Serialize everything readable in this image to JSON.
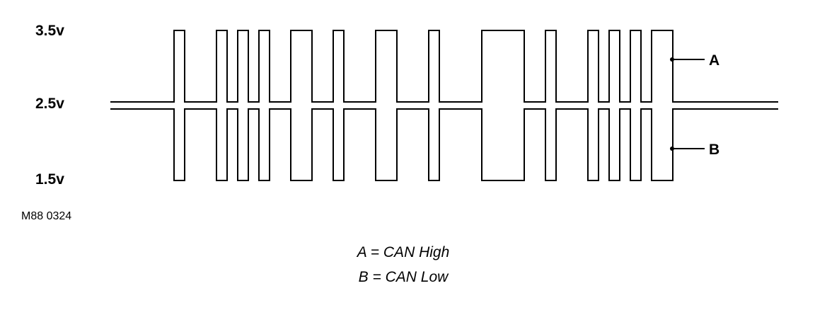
{
  "voltage_labels": {
    "high": "3.5v",
    "recessive": "2.5v",
    "low": "1.5v"
  },
  "pointer_labels": {
    "a": "A",
    "b": "B"
  },
  "figure_id": "M88 0324",
  "legend": {
    "line_a": "A = CAN High",
    "line_b": "B = CAN Low"
  },
  "signal": {
    "voltage_recessive": 2.5,
    "voltage_high_dominant": 3.5,
    "voltage_low_dominant": 1.5,
    "bits": [
      0,
      0,
      0,
      0,
      0,
      0,
      1,
      0,
      0,
      0,
      1,
      0,
      1,
      0,
      1,
      0,
      0,
      1,
      1,
      0,
      0,
      1,
      0,
      0,
      0,
      1,
      1,
      0,
      0,
      0,
      1,
      0,
      0,
      0,
      0,
      1,
      1,
      1,
      1,
      0,
      0,
      1,
      0,
      0,
      0,
      1,
      0,
      1,
      0,
      1,
      0,
      1,
      1,
      0,
      0,
      0,
      0,
      0,
      0,
      0,
      0,
      0,
      0
    ]
  },
  "colors": {
    "line": "#000000",
    "background": "#ffffff"
  }
}
